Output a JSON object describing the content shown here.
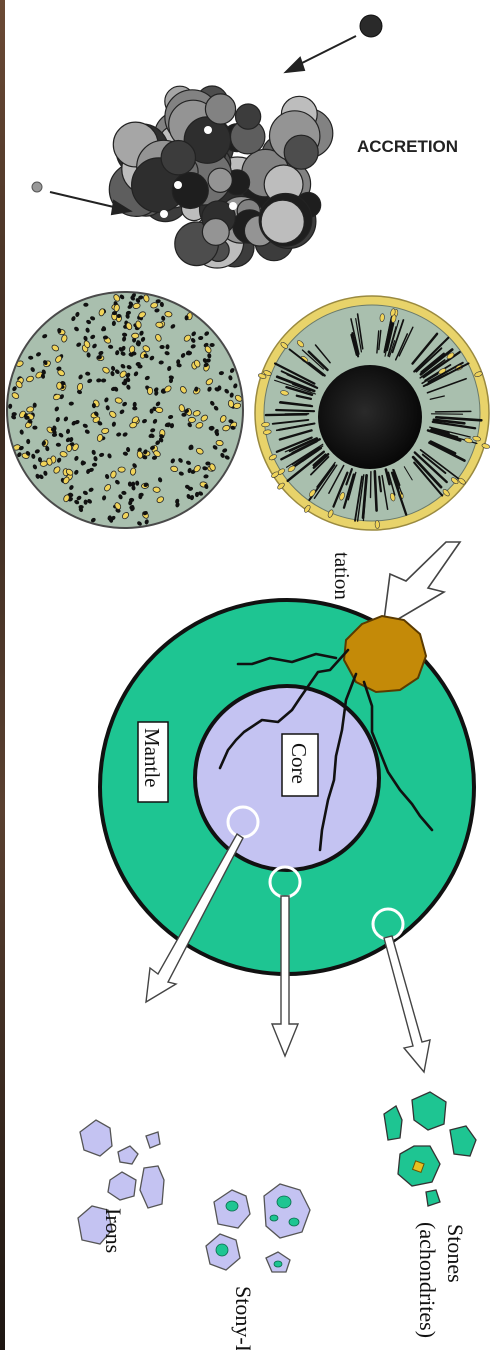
{
  "accretion": {
    "label": "ACCRETION"
  },
  "differentiation": {
    "arrow_label": "tation"
  },
  "body_labels": {
    "mantle": "Mantle",
    "core": "Core"
  },
  "meteorite_types": [
    {
      "label": "Irons"
    },
    {
      "label": "Stony-Irons"
    },
    {
      "label": "Stones"
    },
    {
      "label": "(achondrites)"
    }
  ],
  "colors": {
    "mantle": "#1ec592",
    "core": "#c4c3f2",
    "impactor": "#c48a08",
    "disk_fill": "#a9bfae",
    "yellow_rim": "#e8d36a"
  }
}
